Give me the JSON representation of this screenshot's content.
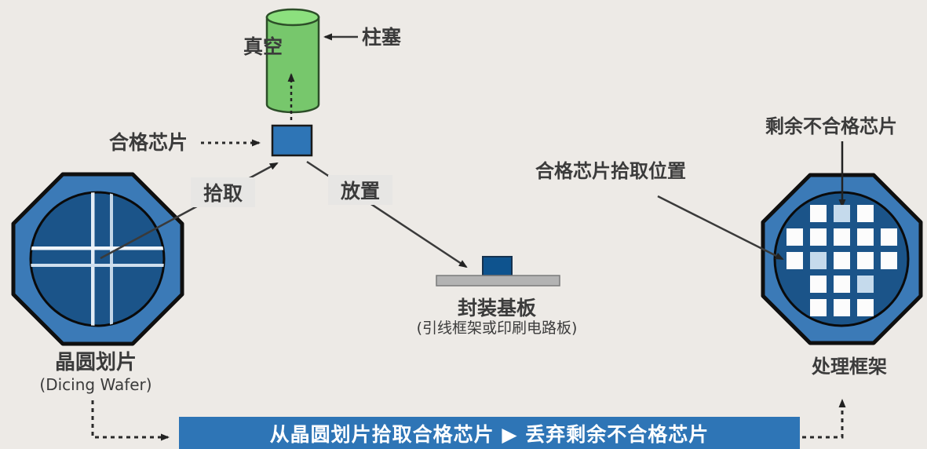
{
  "colors": {
    "bg": "#EDEAE6",
    "banner_blue": "#2E75B6",
    "picked_chip_blue": "#2E75B6",
    "placed_chip_blue": "#0E538E",
    "wafer_frame_blue": "#3B7AB7",
    "wafer_inner_blue": "#1B5489",
    "plunger_green": "#77C76C",
    "plunger_green_light": "#8CE07E",
    "good_die_white": "#FCFCFC",
    "bad_die_lightblue": "#C5DAEC",
    "substrate_gray": "#B3B3B3"
  },
  "plunger": {
    "label": "柱塞",
    "vacuum_label": "真空"
  },
  "picked_chip": {
    "label": "合格芯片"
  },
  "actions": {
    "pick": "拾取",
    "place": "放置"
  },
  "substrate": {
    "title": "封装基板",
    "subtitle": "(引线框架或印刷电路板)"
  },
  "dicing_wafer": {
    "title": "晶圆划片",
    "subtitle": "(Dicing Wafer)"
  },
  "process_frame": {
    "title": "处理框架",
    "pickup_position_label": "合格芯片拾取位置",
    "remaining_label": "剩余不合格芯片",
    "grid": [
      ".WLW.",
      "WWWWW",
      "WLWWW",
      ".WWL.",
      ".WWW."
    ]
  },
  "banner": {
    "text": "从晶圆划片拾取合格芯片 ▶ 丢弃剩余不合格芯片"
  }
}
